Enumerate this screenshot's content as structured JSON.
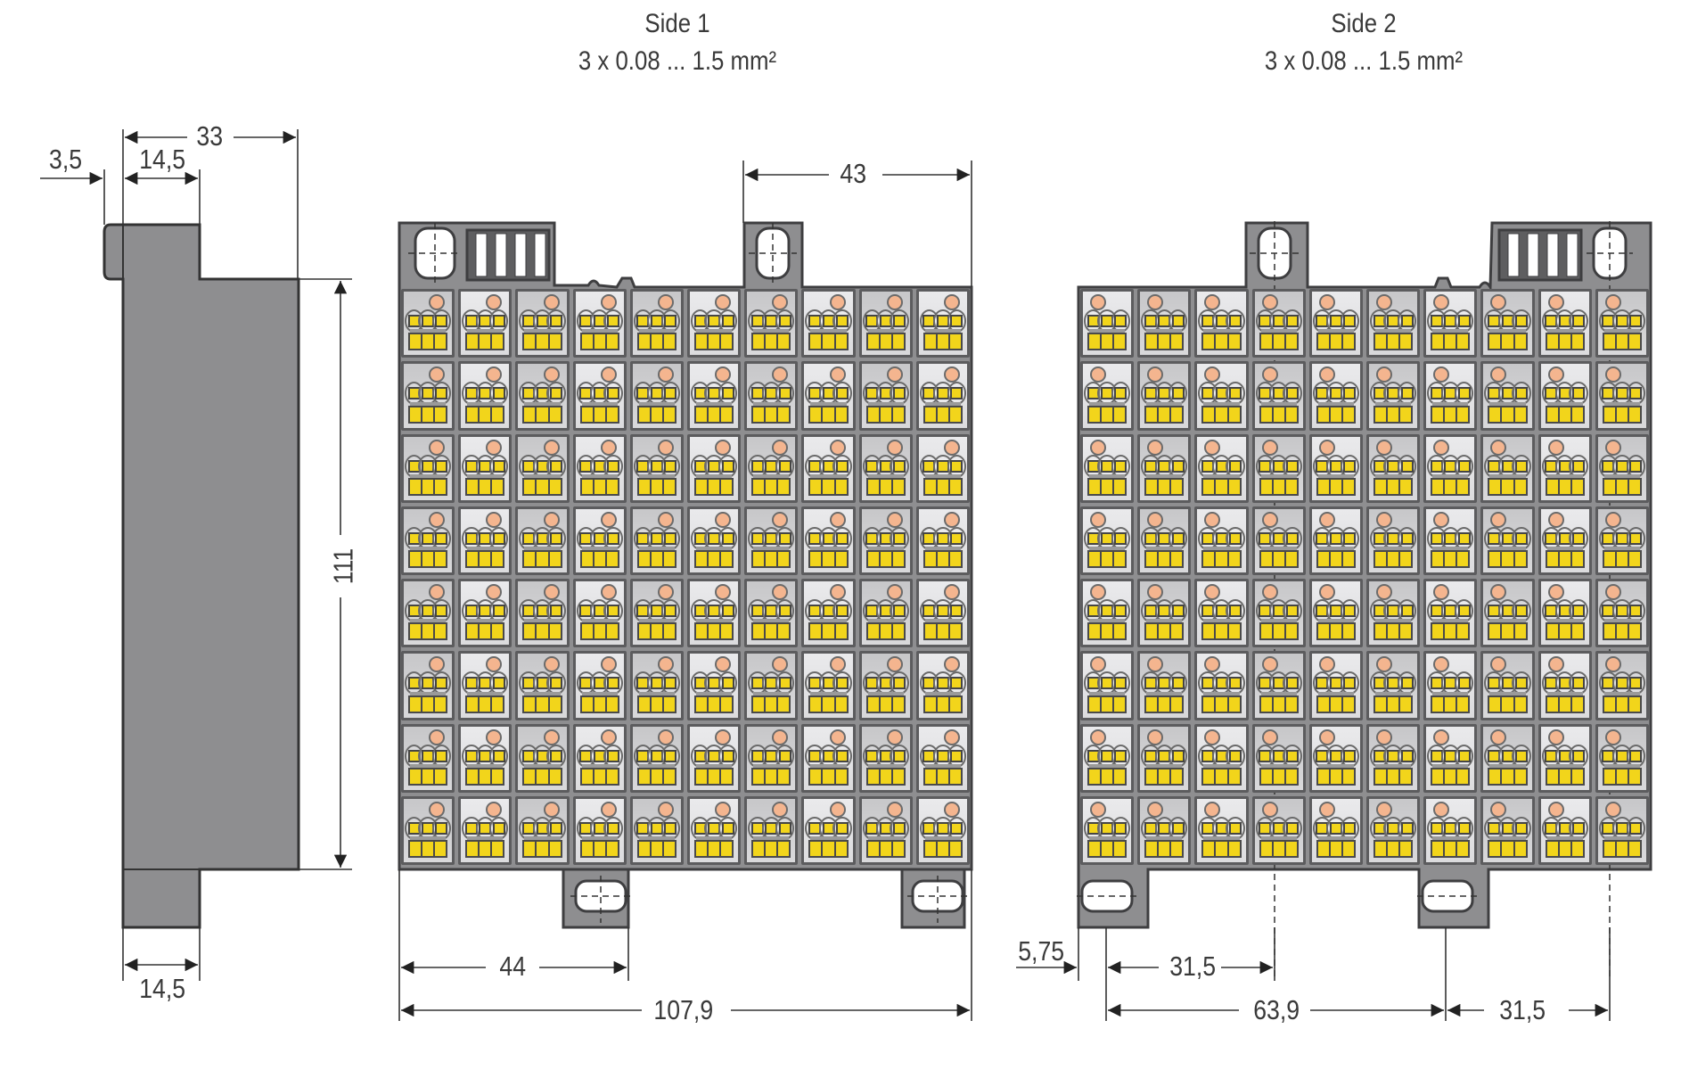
{
  "side1": {
    "title": "Side 1",
    "wire_spec": "3 x 0.08 ... 1.5 mm²"
  },
  "side2": {
    "title": "Side 2",
    "wire_spec": "3 x 0.08 ... 1.5 mm²"
  },
  "side_view_dims": {
    "overall_depth": "33",
    "top_tab_width": "14,5",
    "tab_offset": "3,5",
    "height": "111",
    "bottom_tab_width": "14,5"
  },
  "side1_dims": {
    "top_hole_to_edge": "43",
    "bottom_hole_from_left": "44",
    "total_width": "107,9"
  },
  "side2_dims": {
    "left_offset": "5,75",
    "hole_to_pin_left": "31,5",
    "hole_spacing": "63,9",
    "hole_to_pin_right": "31,5"
  },
  "terminal_grid": {
    "columns": 10,
    "rows": 8
  },
  "colors": {
    "housing": "#8e8e90",
    "outline": "#4a4a4a",
    "yellow": "#f2d51b",
    "led": "#f4b58f",
    "cell_light": "#e6e6e8",
    "cell_dark": "#c9c9cb"
  }
}
